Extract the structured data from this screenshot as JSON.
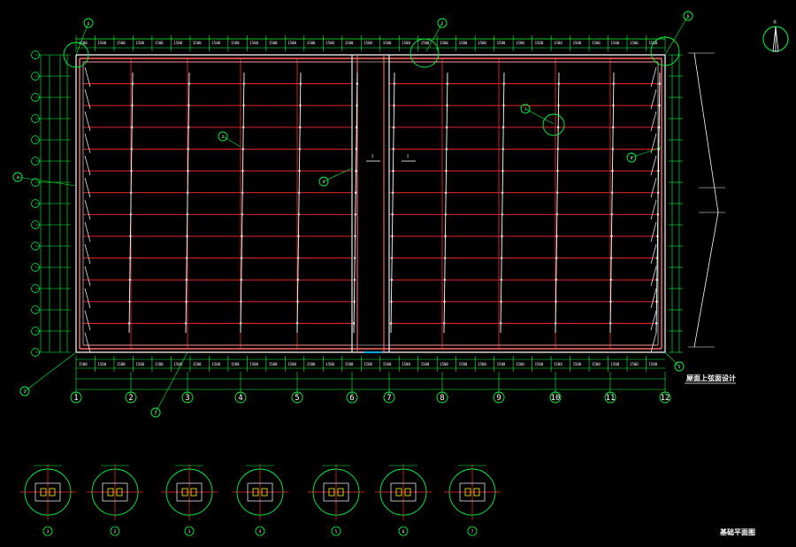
{
  "drawing": {
    "background": "#000000",
    "colors": {
      "grid_line": "#ff2a2a",
      "dimension": "#00ff3a",
      "structure": "#ffffff",
      "steel_beam": "#ff6a6a",
      "column_pad": "#ffff00",
      "callout": "#00ff3a",
      "highlight": "#00b4ff"
    },
    "column_axis_labels": [
      "1",
      "2",
      "3",
      "4",
      "5",
      "6",
      "7",
      "8",
      "9",
      "10",
      "11",
      "12"
    ],
    "bay_dimensions_top": [
      "1500",
      "1500",
      "1500",
      "1500",
      "1500",
      "1500",
      "1500",
      "1500",
      "1500",
      "1500",
      "1500",
      "1500",
      "1500",
      "1500",
      "1500",
      "1500",
      "1500",
      "1500",
      "1500",
      "1500",
      "1500",
      "1500",
      "1500",
      "1500",
      "1500",
      "1500",
      "1500",
      "1500",
      "1500",
      "1500",
      "1500"
    ],
    "plan_title": "屋面上弦面设计",
    "sheet_title": "基础平面图",
    "north_mark": "北",
    "marks": {
      "section_label": "2",
      "callout_1": "1",
      "callout_2": "2",
      "callout_3": "3",
      "callout_4": "4",
      "callout_5": "5",
      "callout_6": "6",
      "callout_7": "7"
    },
    "detail_labels": [
      "3",
      "2",
      "3",
      "4",
      "5",
      "6",
      "7"
    ]
  }
}
